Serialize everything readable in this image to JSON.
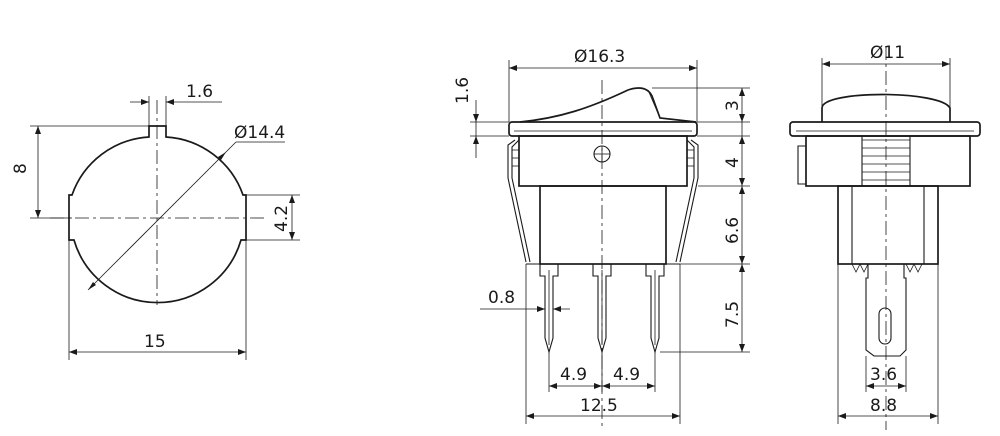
{
  "diagram": {
    "front_view": {
      "tab_width": "1.6",
      "outer_diameter": "Ø14.4",
      "height_to_tab": "8",
      "flat_height": "4.2",
      "flat_width": "15"
    },
    "side_view": {
      "bezel_diameter": "Ø16.3",
      "flange_thickness": "1.6",
      "rocker_height": "3",
      "body_height": "4",
      "base_height": "6.6",
      "terminal_length": "7.5",
      "terminal_thickness": "0.8",
      "pitch_left": "4.9",
      "pitch_right": "4.9",
      "base_width": "12.5"
    },
    "end_view": {
      "cap_diameter": "Ø11",
      "terminal_width": "3.6",
      "base_width": "8.8"
    }
  }
}
